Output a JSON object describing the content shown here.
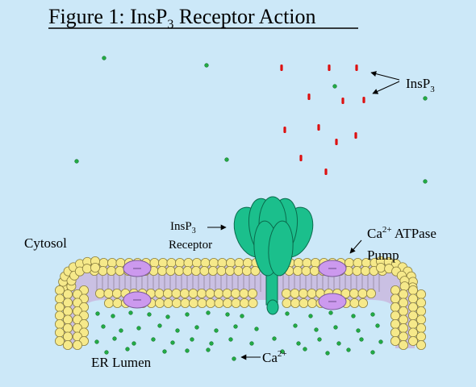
{
  "figure": {
    "title_prefix": "Figure 1: InsP",
    "title_sub": "3",
    "title_suffix": " Receptor Action",
    "background": "#cce8f8"
  },
  "labels": {
    "insp3": {
      "text": "InsP",
      "sub": "3"
    },
    "receptor": {
      "line1_text": "InsP",
      "line1_sub": "3",
      "line2": "Receptor"
    },
    "cytosol": "Cytosol",
    "pump": {
      "prefix": "Ca",
      "sup": "2+",
      "suffix": " ATPase",
      "line2": "Pump"
    },
    "er_lumen": "ER Lumen",
    "calcium": {
      "text": "Ca",
      "sup": "2+"
    }
  },
  "colors": {
    "calcium": "#22aa44",
    "insp3": "#dd1111",
    "lipid_head": "#f6e98a",
    "lipid_edge": "#8c8040",
    "receptor": "#1bbf8c",
    "receptor_edge": "#0a6a4c",
    "pump": "#cc99ee",
    "tail_band": "#c9b8df"
  },
  "icons": {
    "arrow": "arrow-icon",
    "receptor": "insp3-receptor-icon",
    "pump": "atpase-pump-icon",
    "molecule": "molecule-dot-icon"
  }
}
